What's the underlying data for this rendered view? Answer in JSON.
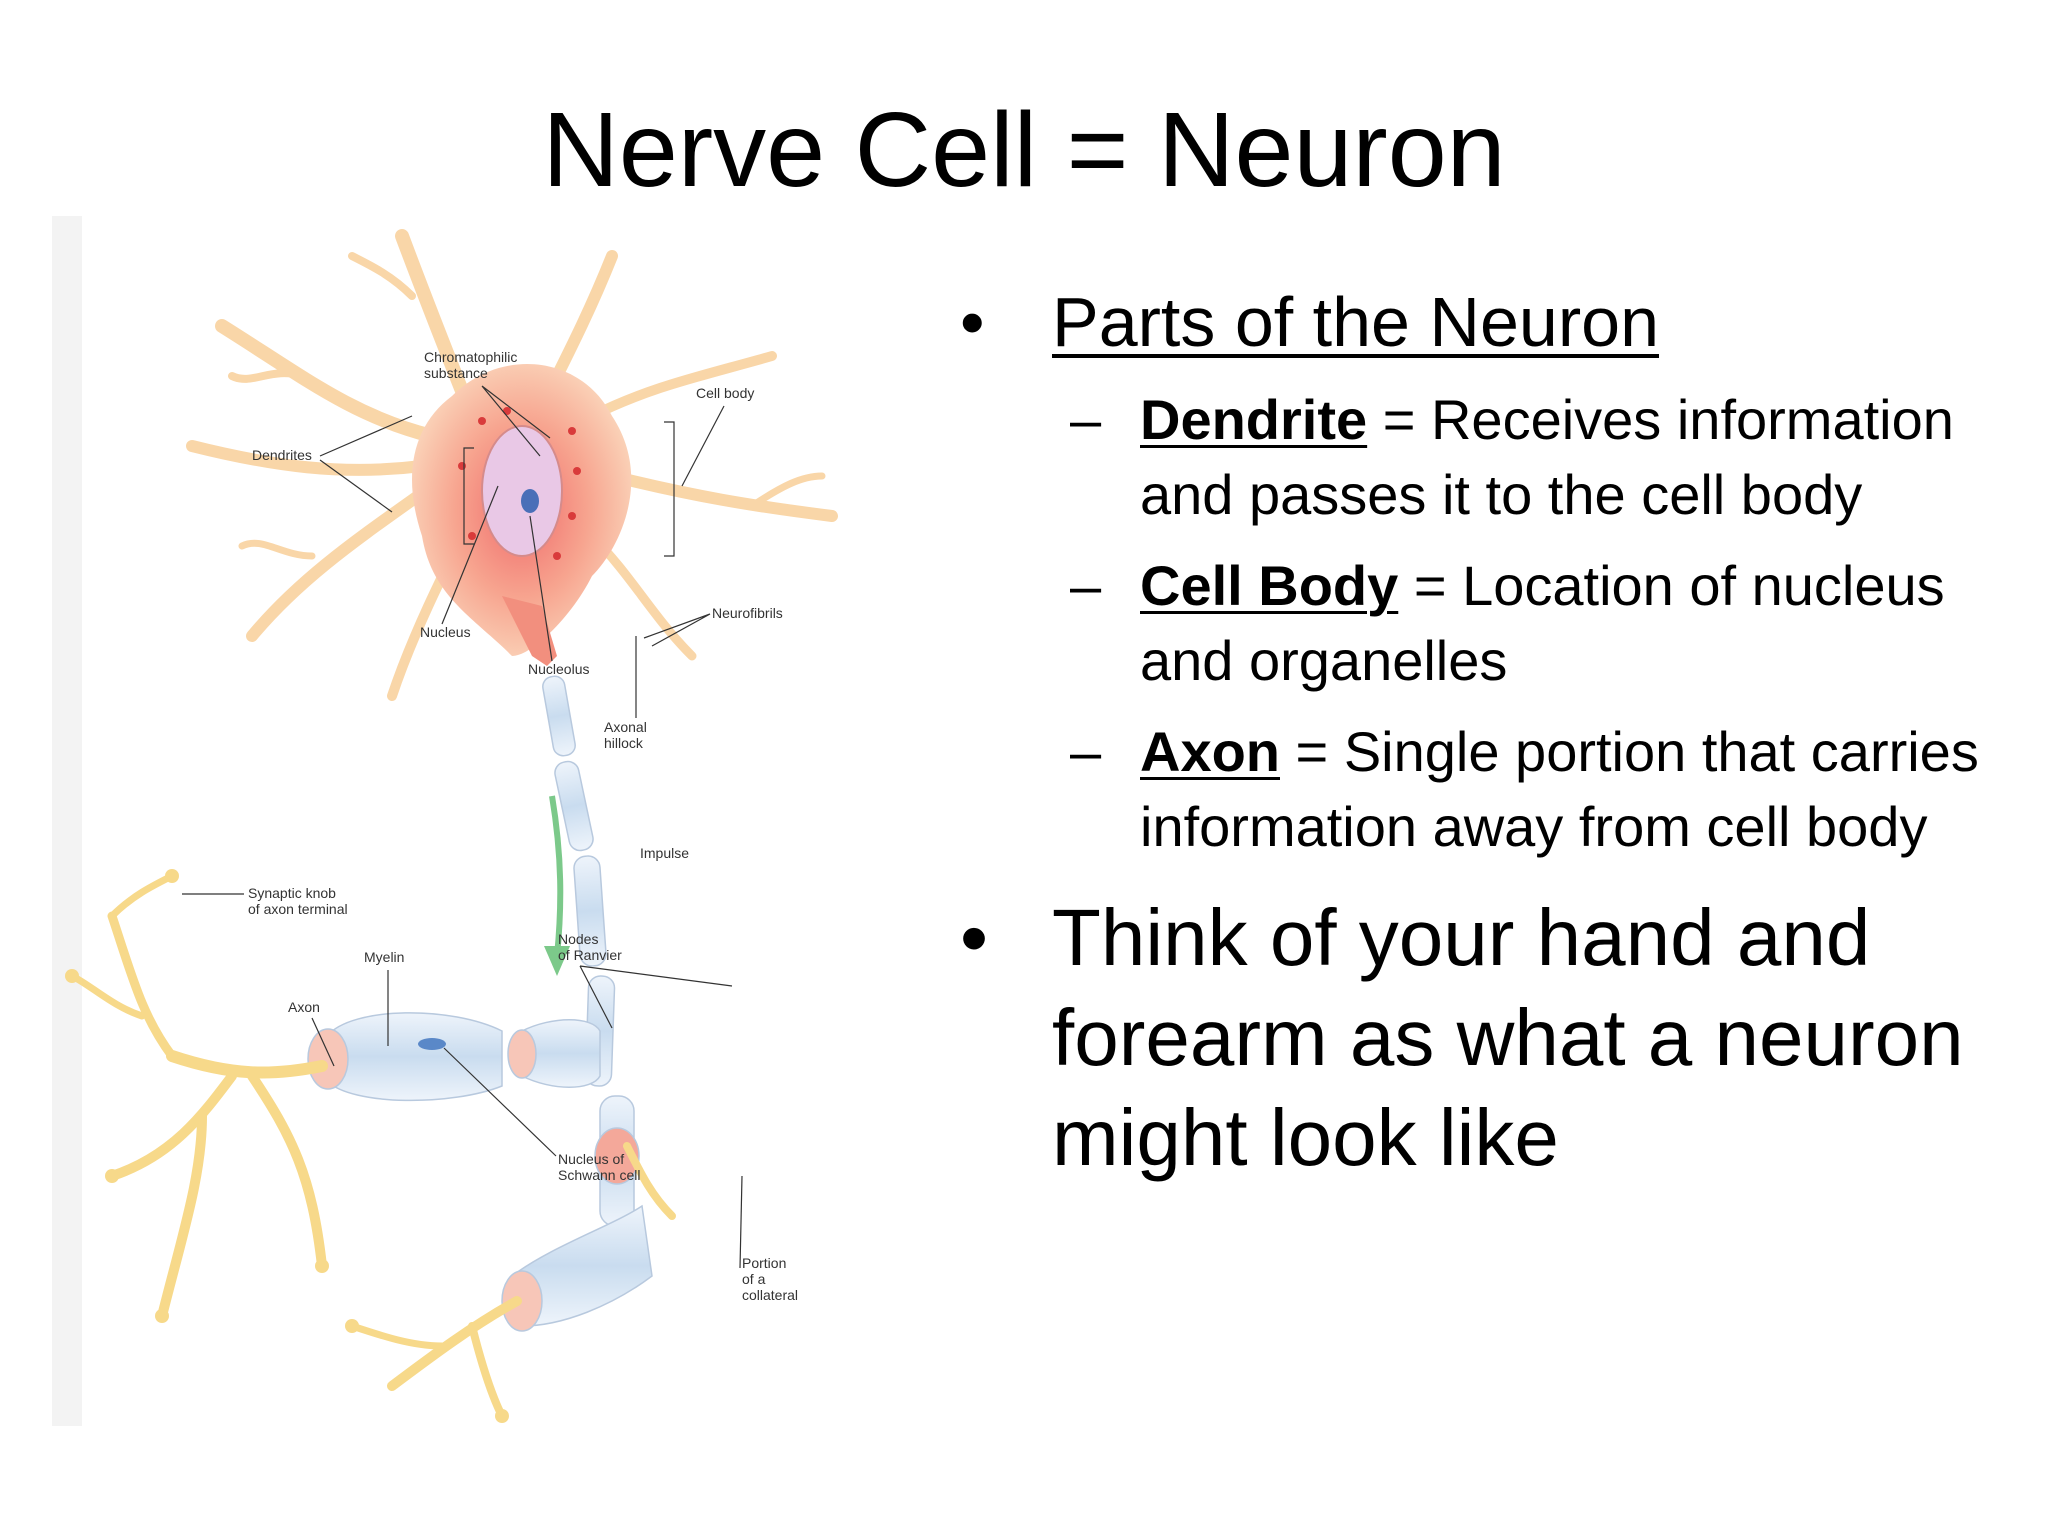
{
  "slide": {
    "title": "Nerve Cell = Neuron"
  },
  "bullets": {
    "heading": "Parts of the Neuron",
    "items": [
      {
        "term": "Dendrite",
        "desc": " = Receives information and passes it to the cell body"
      },
      {
        "term": "Cell Body",
        "desc": " = Location of nucleus and organelles"
      },
      {
        "term": "Axon",
        "desc": " = Single portion that carries information away from cell body"
      }
    ],
    "second": "Think of your hand and forearm as what a neuron might look like"
  },
  "diagram": {
    "labels": {
      "chromatophilic": "Chromatophilic",
      "substance": "substance",
      "cell_body": "Cell body",
      "dendrites": "Dendrites",
      "nucleus": "Nucleus",
      "nucleolus": "Nucleolus",
      "neurofibrils": "Neurofibrils",
      "axonal": "Axonal",
      "hillock": "hillock",
      "impulse": "Impulse",
      "synaptic": "Synaptic knob",
      "axon_terminal": "of axon terminal",
      "myelin": "Myelin",
      "axon": "Axon",
      "nodes": "Nodes",
      "of_ranvier": "of Ranvier",
      "nucleus_of": "Nucleus of",
      "schwann_cell": "Schwann cell",
      "portion": "Portion",
      "of_a": "of a",
      "collateral": "collateral"
    },
    "colors": {
      "cell_body": "#f7a48f",
      "dendrite": "#f9d6a8",
      "terminal": "#f7d98a",
      "myelin": "#d6e4f2",
      "impulse_arrow": "#7cc98a"
    }
  }
}
